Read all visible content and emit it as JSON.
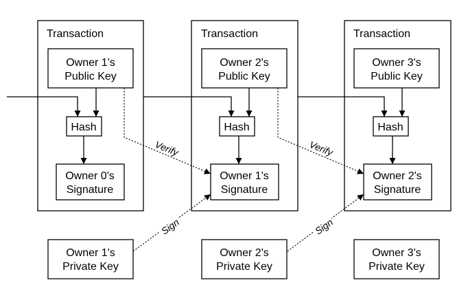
{
  "transactions": [
    {
      "title": "Transaction",
      "public_key": [
        "Owner 1's",
        "Public Key"
      ],
      "hash": "Hash",
      "signature": [
        "Owner 0's",
        "Signature"
      ]
    },
    {
      "title": "Transaction",
      "public_key": [
        "Owner 2's",
        "Public Key"
      ],
      "hash": "Hash",
      "signature": [
        "Owner 1's",
        "Signature"
      ]
    },
    {
      "title": "Transaction",
      "public_key": [
        "Owner 3's",
        "Public Key"
      ],
      "hash": "Hash",
      "signature": [
        "Owner 2's",
        "Signature"
      ]
    }
  ],
  "private_keys": [
    [
      "Owner 1's",
      "Private Key"
    ],
    [
      "Owner 2's",
      "Private Key"
    ],
    [
      "Owner 3's",
      "Private Key"
    ]
  ],
  "labels": {
    "verify": "Verify",
    "sign": "Sign"
  }
}
